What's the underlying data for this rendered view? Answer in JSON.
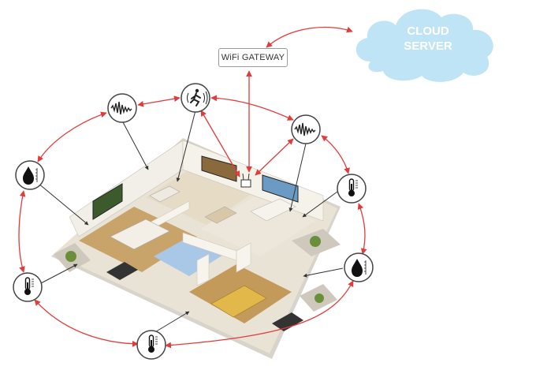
{
  "gateway": {
    "label": "WiFi GATEWAY"
  },
  "cloud": {
    "line1": "CLOUD",
    "line2": "SERVER",
    "fill": "#bfe4f5"
  },
  "colors": {
    "arrow": "#e23b3b",
    "leader": "#333333",
    "wall": "#f2efe8",
    "floor": "#dcc9a2"
  },
  "sensors": [
    {
      "name": "motion-sensor",
      "icon": "running-person-icon"
    },
    {
      "name": "sound-sensor-left",
      "icon": "sound-wave-icon"
    },
    {
      "name": "sound-sensor-right",
      "icon": "sound-wave-icon"
    },
    {
      "name": "humidity-sensor-left",
      "icon": "water-drop-icon"
    },
    {
      "name": "humidity-sensor-right",
      "icon": "water-drop-icon"
    },
    {
      "name": "temperature-sensor-left",
      "icon": "thermometer-icon"
    },
    {
      "name": "temperature-sensor-right",
      "icon": "thermometer-icon"
    },
    {
      "name": "temperature-sensor-bottom",
      "icon": "thermometer-icon"
    }
  ]
}
